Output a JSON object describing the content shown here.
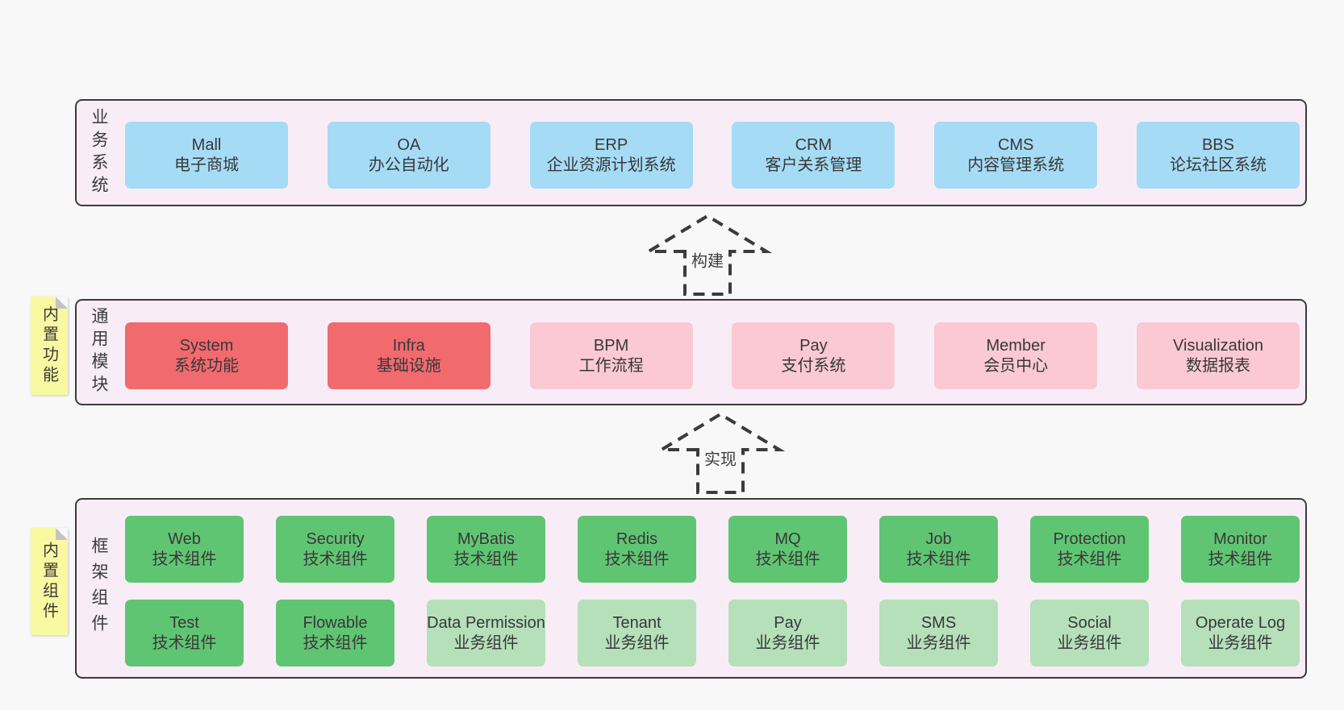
{
  "palette": {
    "page_bg": "#f8f8f8",
    "band_bg": "#f8edf6",
    "line": "#3b3b3b",
    "blue": "#a6dbf5",
    "red": "#f16a6e",
    "pink": "#fac9d3",
    "green_dark": "#60c573",
    "green_light": "#b5e0ba",
    "note_yellow": "#f9f9a2",
    "note_fold": "#c3c3c3"
  },
  "arrows": [
    {
      "label": "构建"
    },
    {
      "label": "实现"
    }
  ],
  "notes": [
    {
      "label": "内置功能"
    },
    {
      "label": "内置组件"
    }
  ],
  "bands": [
    {
      "label": "业务系统",
      "boxes": [
        {
          "en": "Mall",
          "zh": "电子商城",
          "type": "blue"
        },
        {
          "en": "OA",
          "zh": "办公自动化",
          "type": "blue"
        },
        {
          "en": "ERP",
          "zh": "企业资源计划系统",
          "type": "blue"
        },
        {
          "en": "CRM",
          "zh": "客户关系管理",
          "type": "blue"
        },
        {
          "en": "CMS",
          "zh": "内容管理系统",
          "type": "blue"
        },
        {
          "en": "BBS",
          "zh": "论坛社区系统",
          "type": "blue"
        }
      ]
    },
    {
      "label": "通用模块",
      "boxes": [
        {
          "en": "System",
          "zh": "系统功能",
          "type": "red"
        },
        {
          "en": "Infra",
          "zh": "基础设施",
          "type": "red"
        },
        {
          "en": "BPM",
          "zh": "工作流程",
          "type": "pink"
        },
        {
          "en": "Pay",
          "zh": "支付系统",
          "type": "pink"
        },
        {
          "en": "Member",
          "zh": "会员中心",
          "type": "pink"
        },
        {
          "en": "Visualization",
          "zh": "数据报表",
          "type": "pink"
        }
      ]
    },
    {
      "label": "框架组件",
      "rows": [
        [
          {
            "en": "Web",
            "zh": "技术组件",
            "type": "green-dark"
          },
          {
            "en": "Security",
            "zh": "技术组件",
            "type": "green-dark"
          },
          {
            "en": "MyBatis",
            "zh": "技术组件",
            "type": "green-dark"
          },
          {
            "en": "Redis",
            "zh": "技术组件",
            "type": "green-dark"
          },
          {
            "en": "MQ",
            "zh": "技术组件",
            "type": "green-dark"
          },
          {
            "en": "Job",
            "zh": "技术组件",
            "type": "green-dark"
          },
          {
            "en": "Protection",
            "zh": "技术组件",
            "type": "green-dark"
          },
          {
            "en": "Monitor",
            "zh": "技术组件",
            "type": "green-dark"
          }
        ],
        [
          {
            "en": "Test",
            "zh": "技术组件",
            "type": "green-dark"
          },
          {
            "en": "Flowable",
            "zh": "技术组件",
            "type": "green-dark"
          },
          {
            "en": "Data Permission",
            "zh": "业务组件",
            "type": "green-light"
          },
          {
            "en": "Tenant",
            "zh": "业务组件",
            "type": "green-light"
          },
          {
            "en": "Pay",
            "zh": "业务组件",
            "type": "green-light"
          },
          {
            "en": "SMS",
            "zh": "业务组件",
            "type": "green-light"
          },
          {
            "en": "Social",
            "zh": "业务组件",
            "type": "green-light"
          },
          {
            "en": "Operate Log",
            "zh": "业务组件",
            "type": "green-light"
          }
        ]
      ]
    }
  ]
}
